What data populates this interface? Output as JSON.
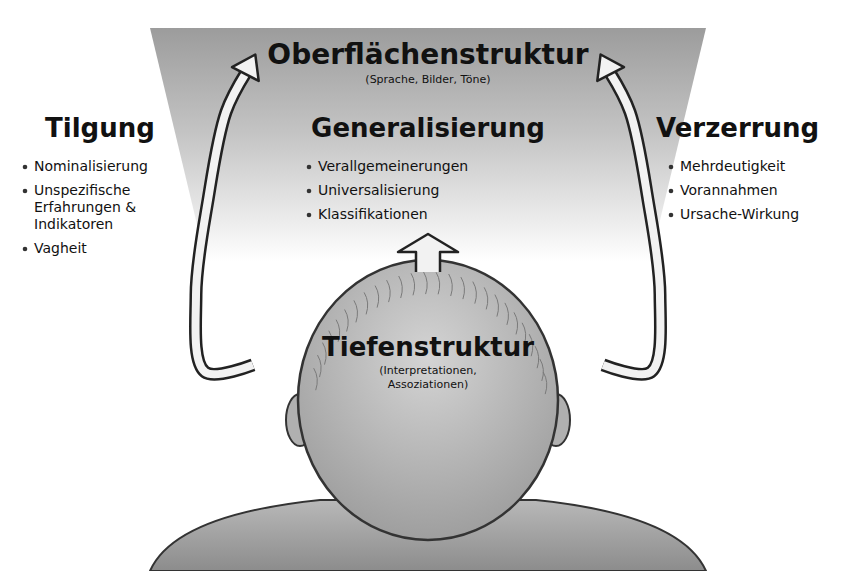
{
  "diagram": {
    "nodes": [
      {
        "text": [
          "Oberflächenstruktur",
          "(Sprache, Bilder, Töne)"
        ]
      },
      {
        "text": [
          "Tiefenstruktur",
          "(Interpretationen, Assoziationen)"
        ]
      }
    ],
    "edges": [
      {
        "from": 1,
        "to": 0,
        "arrow": "to"
      },
      {
        "from": 1,
        "to": 0,
        "arrow": "to"
      }
    ],
    "labels": [
      "Tilgung",
      "Nominalisierung",
      "Unspezifische Erfahrungen & Indikatoren",
      "Vagheit",
      "Generalisierung",
      "Verallgemeinerungen",
      "Universalisierung",
      "Klassifikationen",
      "Verzerrung",
      "Mehrdeutigkeit",
      "Vorannahmen",
      "Ursache-Wirkung"
    ]
  }
}
